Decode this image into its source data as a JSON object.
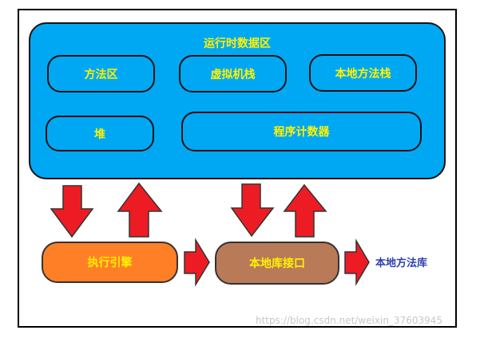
{
  "runtime_data_area": {
    "title": "运行时数据区",
    "method_area": "方法区",
    "vm_stack": "虚拟机栈",
    "native_method_stack": "本地方法栈",
    "heap": "堆",
    "program_counter": "程序计数器"
  },
  "execution_engine": "执行引擎",
  "native_interface": "本地库接口",
  "native_library": "本地方法库",
  "watermark": "https://blog.csdn.net/weixin_37603945",
  "colors": {
    "runtime_area": "#00a8f3",
    "label_text": "#fff200",
    "arrow": "#ed1c24",
    "execution_engine": "#ff7f27",
    "native_interface": "#b97a57",
    "native_library_text": "#2f3fb0"
  }
}
